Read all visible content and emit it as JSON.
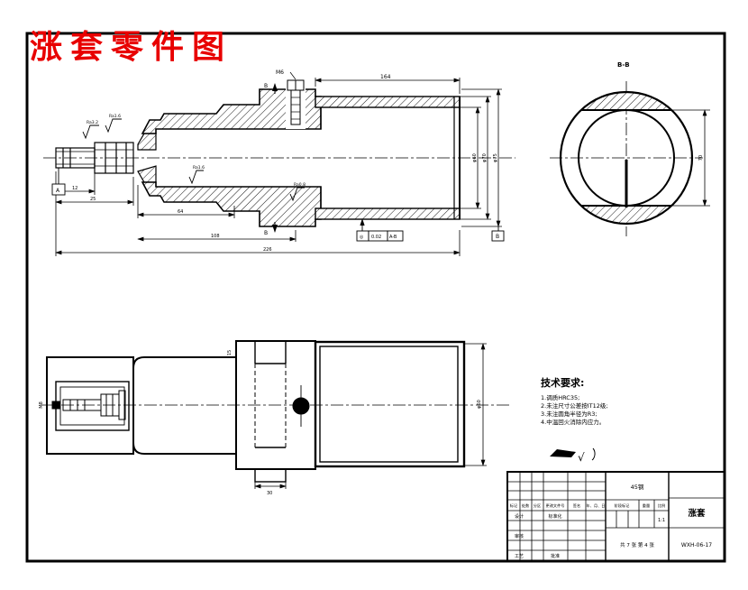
{
  "drawing": {
    "title": "涨套零件图",
    "colors": {
      "accent_red": "#e80000",
      "line": "#000000",
      "bg": "#ffffff"
    }
  },
  "section_view": {
    "top_length": "164",
    "screw_label": "M6",
    "dim_12": "12",
    "dim_25": "25",
    "dim_64": "64",
    "dim_108": "108",
    "dim_226": "226",
    "dia_inner": "φ60",
    "dia_outer": "φ70",
    "dia_collar": "φ75",
    "datum_a": "A",
    "datum_b": "B",
    "section_arrow": "B",
    "tolerance_frame": {
      "symbol": "◎",
      "value": "0.02",
      "datum": "A-B"
    },
    "roughness_1": "Ra3.2",
    "roughness_2": "Ra1.6",
    "roughness_3": "Ra1.6",
    "roughness_4": "Ra0.8"
  },
  "end_view": {
    "label": "B-B",
    "flat_dim": "70"
  },
  "side_view": {
    "dia_label": "φ60",
    "dim_15": "15",
    "dim_30": "30",
    "thread_label": "M8"
  },
  "tech_req": {
    "title": "技术要求:",
    "lines": [
      "1.调质HRC35;",
      "2.未注尺寸公差按IT12级;",
      "3.未注圆角半径为R3;",
      "4.中温回火消除内应力。"
    ]
  },
  "finish_note": {
    "symbol": "√"
  },
  "title_block": {
    "header_cols": [
      "标记",
      "处数",
      "分区",
      "更改文件号",
      "签名",
      "年、月、日"
    ],
    "rows": [
      {
        "left": "设计",
        "mid": "标准化"
      },
      {
        "left": "",
        "mid": ""
      },
      {
        "left": "审核",
        "mid": ""
      },
      {
        "left": "",
        "mid": ""
      },
      {
        "left": "工艺",
        "mid": "批准"
      }
    ],
    "material": "45钢",
    "stage_label": "阶段标记",
    "weight_label": "重量",
    "scale_label": "比例",
    "scale_value": "1:1",
    "sheet_info": "共 7 张  第 4 张",
    "part_name": "涨套",
    "drawing_no": "WXH-06-17"
  }
}
